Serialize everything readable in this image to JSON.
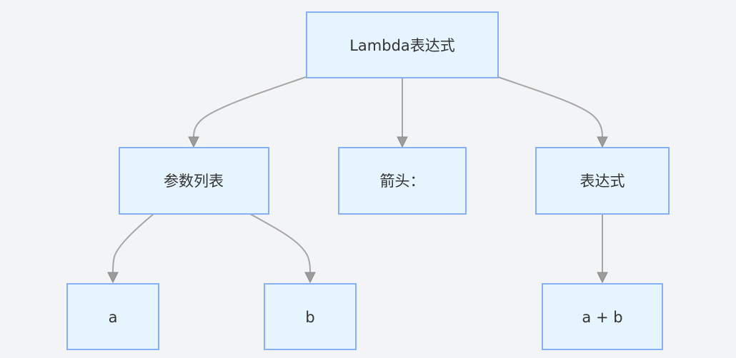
{
  "nodes": {
    "root": "Lambda表达式",
    "params": "参数列表",
    "arrow": "箭头：",
    "expr": "表达式",
    "a": "a",
    "b": "b",
    "sum": "a + b"
  },
  "edges": [
    {
      "from": "root",
      "to": "params"
    },
    {
      "from": "root",
      "to": "arrow"
    },
    {
      "from": "root",
      "to": "expr"
    },
    {
      "from": "params",
      "to": "a"
    },
    {
      "from": "params",
      "to": "b"
    },
    {
      "from": "expr",
      "to": "sum"
    }
  ],
  "colors": {
    "background": "#f3f4f6",
    "node_fill": "#e6f5fd",
    "node_border": "#86aff5",
    "edge": "#a5a5a5",
    "text": "#333333"
  }
}
